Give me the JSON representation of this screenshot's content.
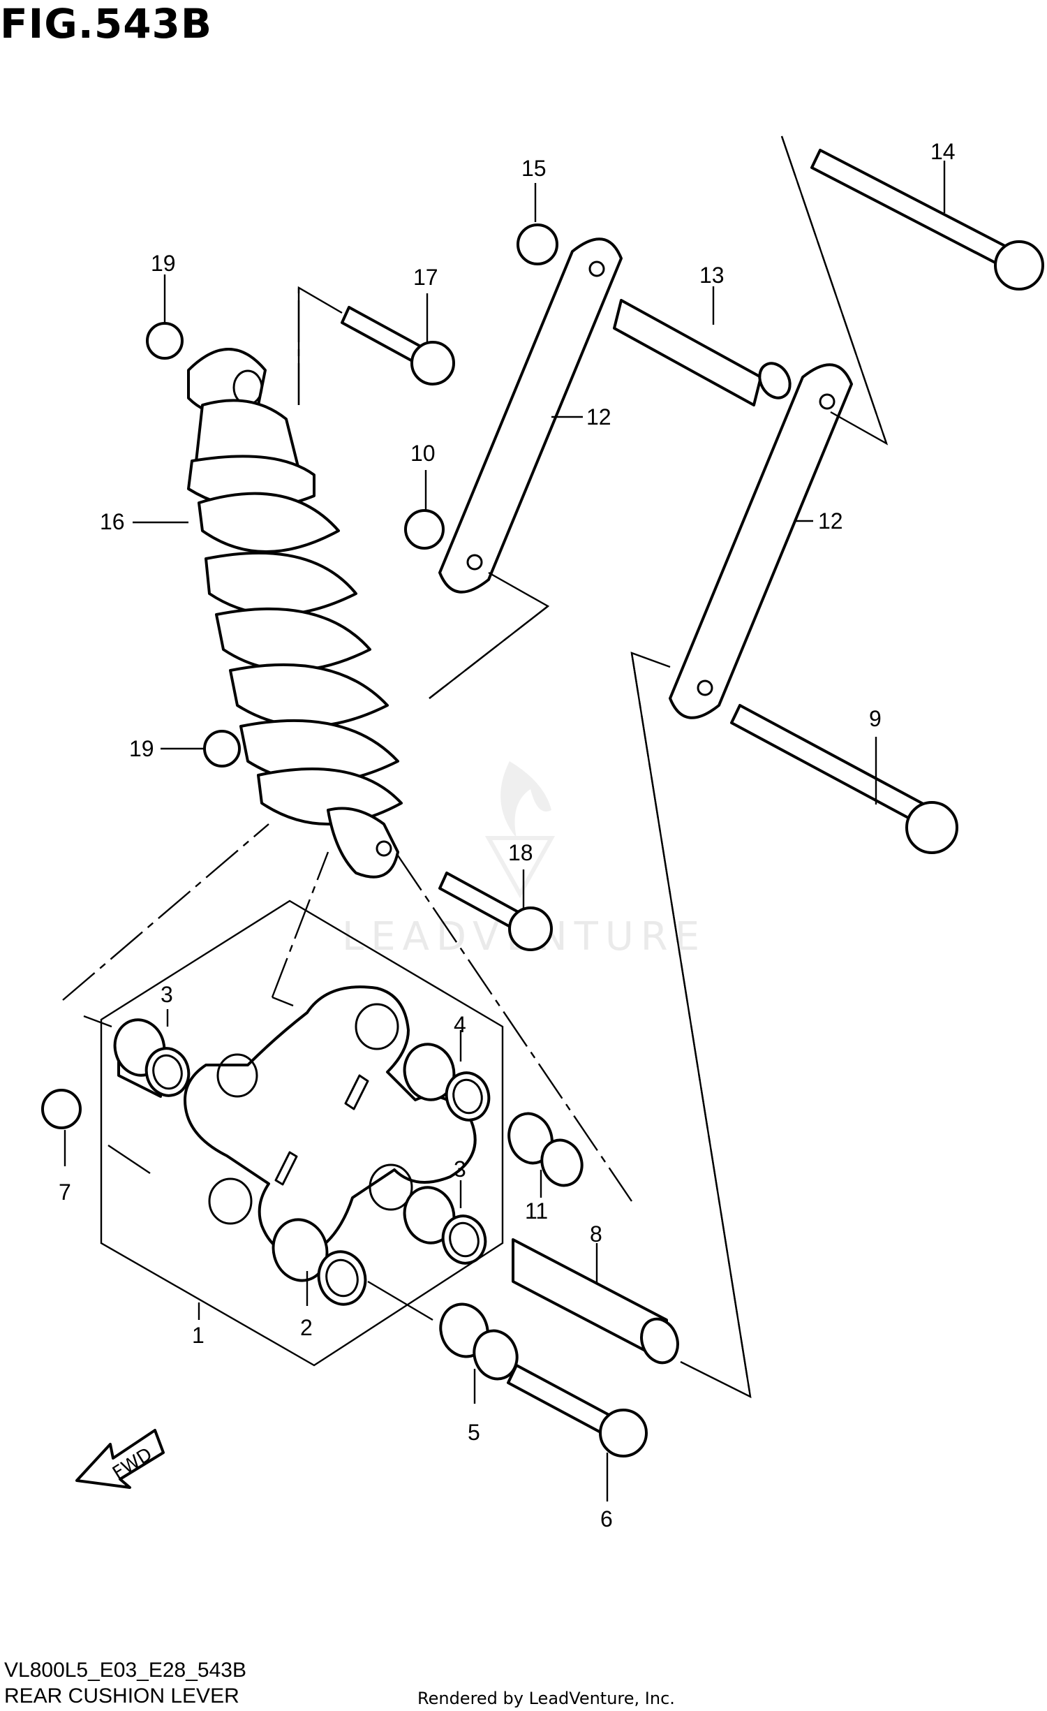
{
  "figure": {
    "title": "FIG.543B",
    "code": "VL800L5_E03_E28_543B",
    "name": "REAR CUSHION LEVER",
    "credit": "Rendered by LeadVenture, Inc.",
    "watermark": "LEADVENTURE",
    "fwd_label": "FWD"
  },
  "callouts": [
    "1",
    "2",
    "3",
    "3",
    "4",
    "5",
    "6",
    "7",
    "8",
    "9",
    "10",
    "11",
    "12",
    "12",
    "13",
    "14",
    "15",
    "16",
    "17",
    "18",
    "19",
    "19"
  ]
}
